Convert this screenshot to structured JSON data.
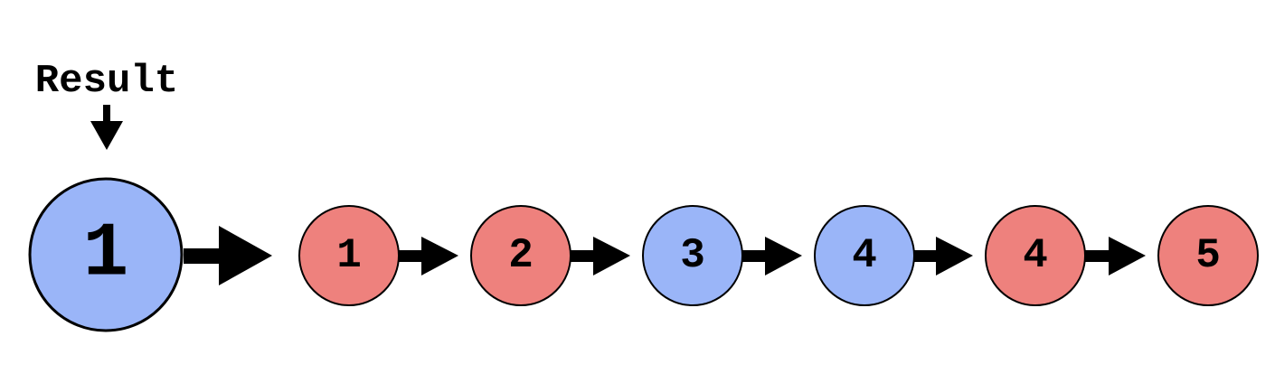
{
  "pointer": {
    "label": "Result"
  },
  "head": {
    "value": "1",
    "color": "#9ab5f8"
  },
  "nodes": [
    {
      "value": "1",
      "color": "#ee817d"
    },
    {
      "value": "2",
      "color": "#ee817d"
    },
    {
      "value": "3",
      "color": "#9ab5f8"
    },
    {
      "value": "4",
      "color": "#9ab5f8"
    },
    {
      "value": "4",
      "color": "#ee817d"
    },
    {
      "value": "5",
      "color": "#ee817d"
    }
  ],
  "colors": {
    "stroke": "#000000",
    "arrow": "#000000",
    "background": "#ffffff"
  }
}
